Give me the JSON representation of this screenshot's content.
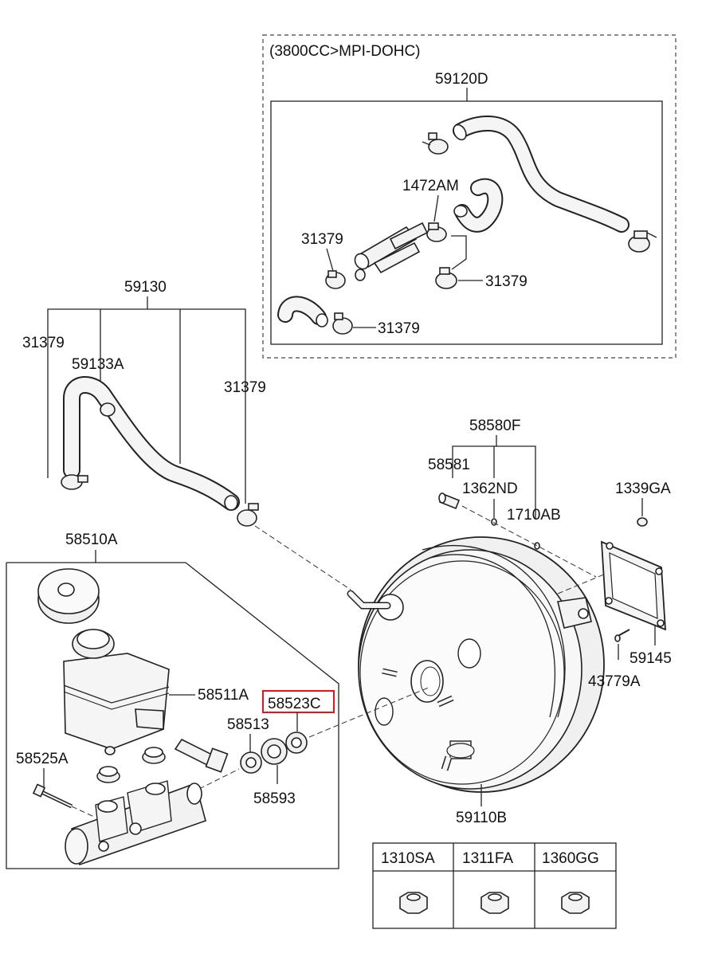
{
  "engine_note": "(3800CC>MPI-DOHC)",
  "labels": {
    "hose_vacuum_d": "59120D",
    "hose_clamp_a": "1472AM",
    "clamp_a": "31379",
    "clamp_b": "31379",
    "clamp_c": "31379",
    "vacuum_hose_assy": "59130",
    "clamp_d": "31379",
    "hose_59133a": "59133A",
    "clamp_e": "31379",
    "booster_pin_set": "58580F",
    "pin": "58581",
    "washer": "1362ND",
    "snap_pin": "1710AB",
    "nut_1339ga": "1339GA",
    "reservoir_assy": "58510A",
    "reservoir": "58511A",
    "seal_highlight": "58523C",
    "gasket": "59145",
    "clip": "43779A",
    "grommet": "58513",
    "seal_58593": "58593",
    "bolt": "58525A",
    "booster_assy": "59110B"
  },
  "nut_table": {
    "headers": [
      "1310SA",
      "1311FA",
      "1360GG"
    ]
  },
  "colors": {
    "highlight": "#e8141b",
    "line": "#222222"
  }
}
